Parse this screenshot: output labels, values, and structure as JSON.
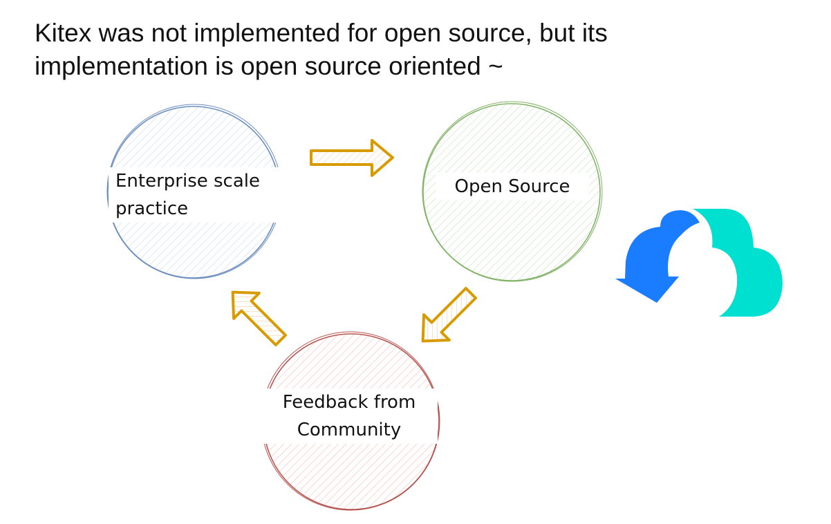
{
  "slide": {
    "title_line1": "Kitex was not implemented for open source, but its",
    "title_line2": "implementation is open source oriented ~"
  },
  "nodes": [
    {
      "label_line1": "Enterprise scale",
      "label_line2": "practice",
      "color": "#6c8ebf",
      "fill": "#dae8fc"
    },
    {
      "label_line1": "Open Source",
      "color": "#82b366",
      "fill": "#d5e8d4"
    },
    {
      "label_line1": "Feedback from",
      "label_line2": "Community",
      "color": "#b85450",
      "fill": "#f8cecc"
    }
  ],
  "arrows": {
    "color": "#d79b00",
    "fill": "#ffe6cc"
  },
  "logo": {
    "name": "cloudwego-logo",
    "colors": [
      "#1a7cff",
      "#00e0d0"
    ]
  }
}
